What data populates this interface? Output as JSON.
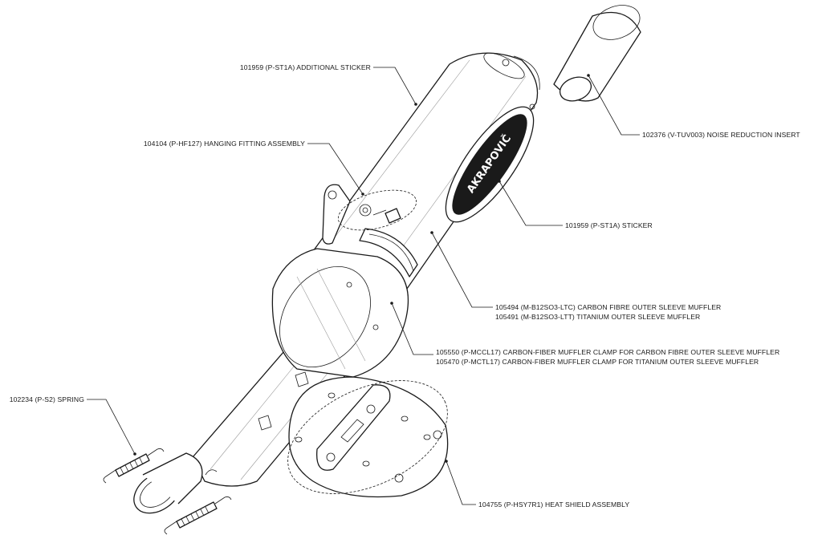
{
  "callouts": [
    {
      "id": "additional-sticker",
      "lines": [
        "101959 (P-ST1A) ADDITIONAL STICKER"
      ]
    },
    {
      "id": "hanging-fitting",
      "lines": [
        "104104 (P-HF127) HANGING FITTING ASSEMBLY"
      ]
    },
    {
      "id": "noise-insert",
      "lines": [
        "102376 (V-TUV003) NOISE REDUCTION INSERT"
      ]
    },
    {
      "id": "sticker",
      "lines": [
        "101959 (P-ST1A) STICKER"
      ]
    },
    {
      "id": "outer-sleeve",
      "lines": [
        "105494 (M-B12SO3-LTC) CARBON FIBRE OUTER SLEEVE MUFFLER",
        "105491 (M-B12SO3-LTT) TITANIUM OUTER SLEEVE MUFFLER"
      ]
    },
    {
      "id": "muffler-clamp",
      "lines": [
        "105550 (P-MCCL17) CARBON-FIBER MUFFLER CLAMP FOR CARBON FIBRE OUTER SLEEVE MUFFLER",
        "105470 (P-MCTL17) CARBON-FIBER MUFFLER CLAMP FOR TITANIUM OUTER SLEEVE MUFFLER"
      ]
    },
    {
      "id": "spring",
      "lines": [
        "102234 (P-S2) SPRING"
      ]
    },
    {
      "id": "heat-shield",
      "lines": [
        "104755 (P-HSY7R1) HEAT SHIELD ASSEMBLY"
      ]
    }
  ],
  "logo_text": "AKRAPOVIČ"
}
